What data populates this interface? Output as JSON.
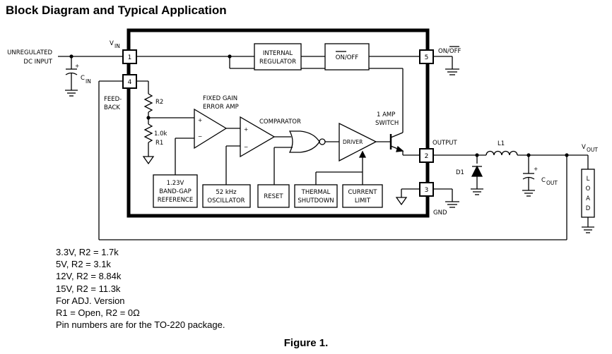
{
  "page_title": "Block Diagram and Typical Application",
  "caption": "Figure 1.",
  "notes": [
    "3.3V, R2 = 1.7k",
    "5V, R2 = 3.1k",
    "12V, R2 = 8.84k",
    "15V, R2 = 11.3k",
    "For ADJ. Version",
    "R1 = Open, R2 = 0Ω",
    "Pin numbers are for the TO-220 package."
  ],
  "labels": {
    "unregulated_1": "UNREGULATED",
    "unregulated_2": "DC INPUT",
    "vin_main": "V",
    "vin_sub": "IN",
    "cin_main": "C",
    "cin_sub": "IN",
    "feedback_1": "FEED-",
    "feedback_2": "BACK",
    "r2": "R2",
    "r1_1": "1.0k",
    "r1_2": "R1",
    "error_amp_1": "FIXED GAIN",
    "error_amp_2": "ERROR AMP",
    "comparator": "COMPARATOR",
    "switch_1": "1 AMP",
    "switch_2": "SWITCH",
    "driver": "DRIVER",
    "reg_1": "INTERNAL",
    "reg_2": "REGULATOR",
    "onoff_box": "ON/OFF",
    "onoff_pin": "ON/OFF",
    "ref_1": "1.23V",
    "ref_2": "BAND-GAP",
    "ref_3": "REFERENCE",
    "osc_1": "52 kHz",
    "osc_2": "OSCILLATOR",
    "reset": "RESET",
    "thermal_1": "THERMAL",
    "thermal_2": "SHUTDOWN",
    "current_1": "CURRENT",
    "current_2": "LIMIT",
    "output": "OUTPUT",
    "gnd": "GND",
    "l1": "L1",
    "d1": "D1",
    "cout_main": "C",
    "cout_sub": "OUT",
    "vout_main": "V",
    "vout_sub": "OUT",
    "load": "LOAD",
    "plus": "+",
    "minus": "−"
  },
  "pins": {
    "p1": "1",
    "p2": "2",
    "p3": "3",
    "p4": "4",
    "p5": "5"
  }
}
